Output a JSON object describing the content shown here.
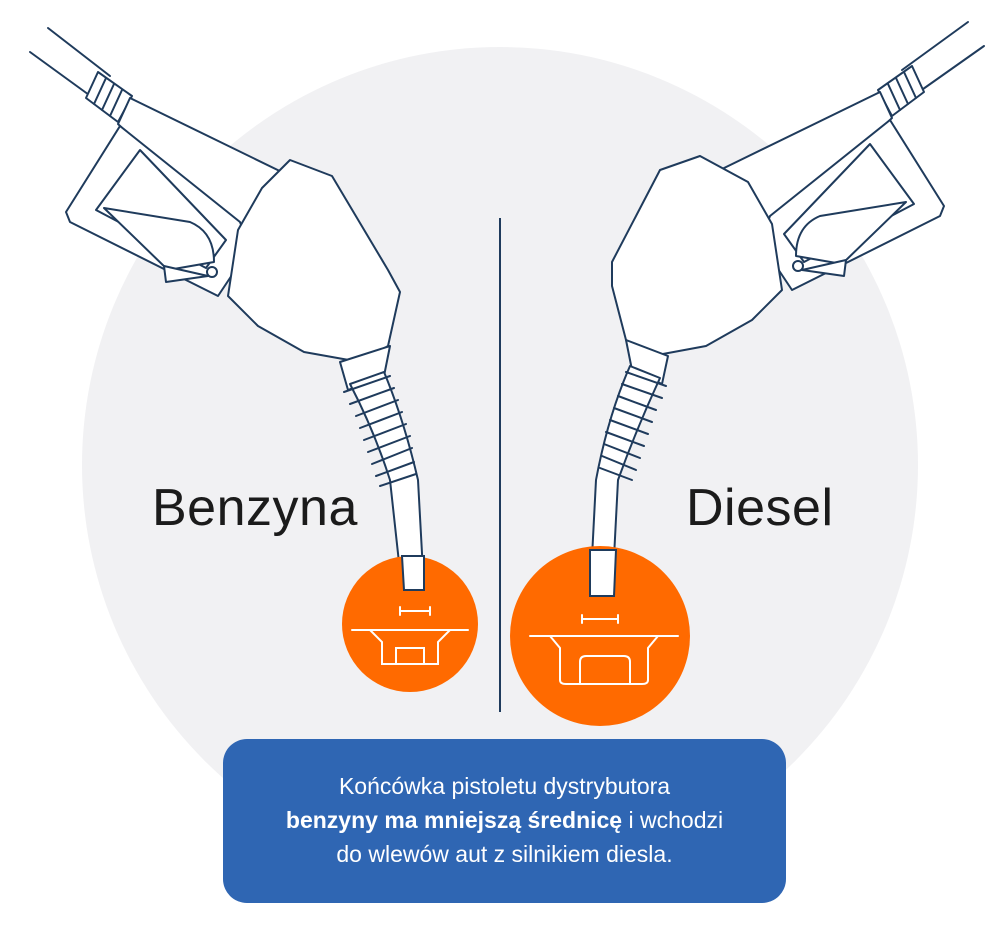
{
  "labels": {
    "left": "Benzyna",
    "right": "Diesel"
  },
  "caption": {
    "line1": "Końcówka pistoletu dystrybutora",
    "line2_bold": "benzyny ma mniejszą średnicę",
    "line2_rest": " i wchodzi",
    "line3": "do wlewów aut z silnikiem diesla."
  },
  "colors": {
    "background_circle": "#f1f1f3",
    "outline": "#1f3b5c",
    "nozzle_fill": "#ffffff",
    "inlet_fill": "#ff6a00",
    "inlet_line": "#ffffff",
    "caption_box": "#2f66b3",
    "divider": "#1f3b5c"
  },
  "icons": {
    "left_nozzle": "fuel-nozzle-icon",
    "right_nozzle": "fuel-nozzle-icon",
    "left_inlet": "fuel-inlet-small-icon",
    "right_inlet": "fuel-inlet-large-icon"
  }
}
